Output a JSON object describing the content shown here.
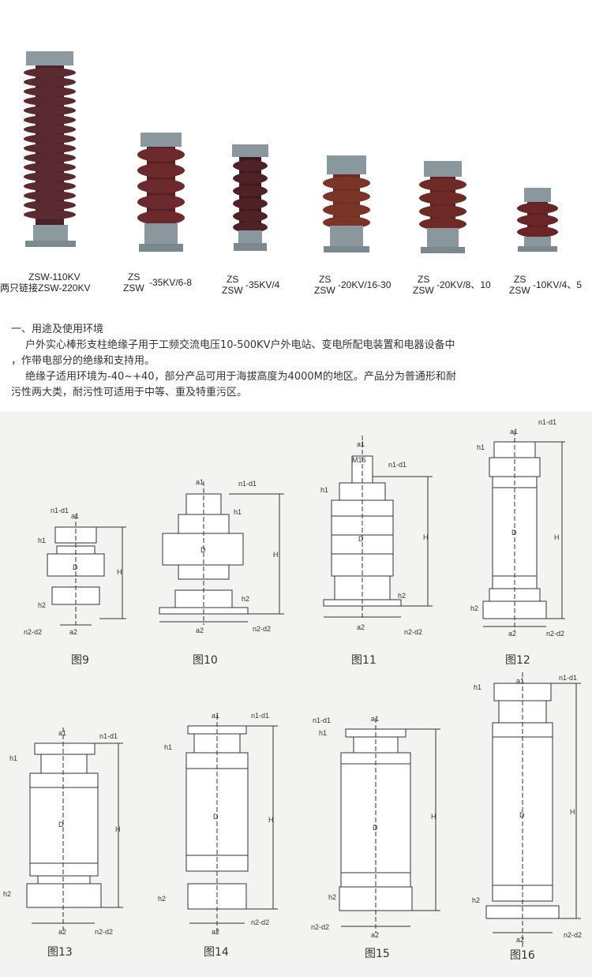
{
  "products": [
    {
      "line1": "ZSW-110KV",
      "line2": "两只链接ZSW-220KV"
    },
    {
      "top": "ZS",
      "suffix": "-35KV/6-8",
      "bottom": "ZSW"
    },
    {
      "top": "ZS",
      "suffix": "-35KV/4",
      "bottom": "ZSW"
    },
    {
      "top": "ZS",
      "suffix": "-20KV/16-30",
      "bottom": "ZSW"
    },
    {
      "top": "ZS",
      "suffix": "-20KV/8、10",
      "bottom": "ZSW"
    },
    {
      "top": "ZS",
      "suffix": "-10KV/4、5",
      "bottom": "ZSW"
    }
  ],
  "section": {
    "heading": "一、用途及使用环境",
    "para1a": "户外实心棒形支柱绝缘子用于工频交流电压10-500KV户外电站、变电所配电装置和电器设备中",
    "para1b": "，作带电部分的绝缘和支持用。",
    "para2a": "绝缘子适用环境为-40~+40，部分产品可用于海拔高度为4000M的地区。产品分为普通形和耐",
    "para2b": "污性两大类，耐污性可适用于中等、重及特重污区。"
  },
  "figures": [
    "图9",
    "图10",
    "图11",
    "图12",
    "图13",
    "图14",
    "图15",
    "图16"
  ],
  "dim_labels": {
    "a1": "a1",
    "a2": "a2",
    "H": "H",
    "D": "D",
    "h1": "h1",
    "h2": "h2",
    "n1": "n1-d1",
    "n2": "n2-d2",
    "m16": "M16"
  },
  "colors": {
    "porcelain": "#5a2a2e",
    "porcelain_brown": "#7a3a30",
    "metal": "#7f9096",
    "drawing_bg": "#f3f3f1"
  }
}
